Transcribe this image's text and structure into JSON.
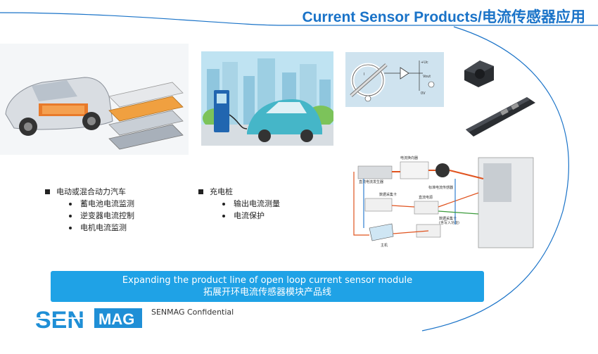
{
  "title": "Current Sensor Products/电流传感器应用",
  "sections": [
    {
      "heading": "电动或混合动力汽车",
      "items": [
        "蓄电池电流监测",
        "逆变器电流控制",
        "电机电流监测"
      ]
    },
    {
      "heading": "充电桩",
      "items": [
        "输出电流测量",
        "电流保护"
      ]
    }
  ],
  "banner": {
    "line1": "Expanding the product line of open loop current sensor module",
    "line2": "拓展开环电流传感器模块产品线"
  },
  "footer": {
    "logo_left": "SEN",
    "logo_right": "MAG",
    "confidential": "SENMAG Confidential"
  },
  "diagram": {
    "uc": "+Uc",
    "vout": "Vout",
    "ov": "0V",
    "i_label": "I",
    "test_labels": [
      "电流换向器",
      "直流电流发生器",
      "标准电流传感器",
      "数据采集卡",
      "直流电源",
      "数据采集卡",
      "(含写入功能)",
      "主机"
    ]
  },
  "colors": {
    "accent": "#1a73c8",
    "banner": "#1fa2e6",
    "logo": "#1f8fd6"
  }
}
